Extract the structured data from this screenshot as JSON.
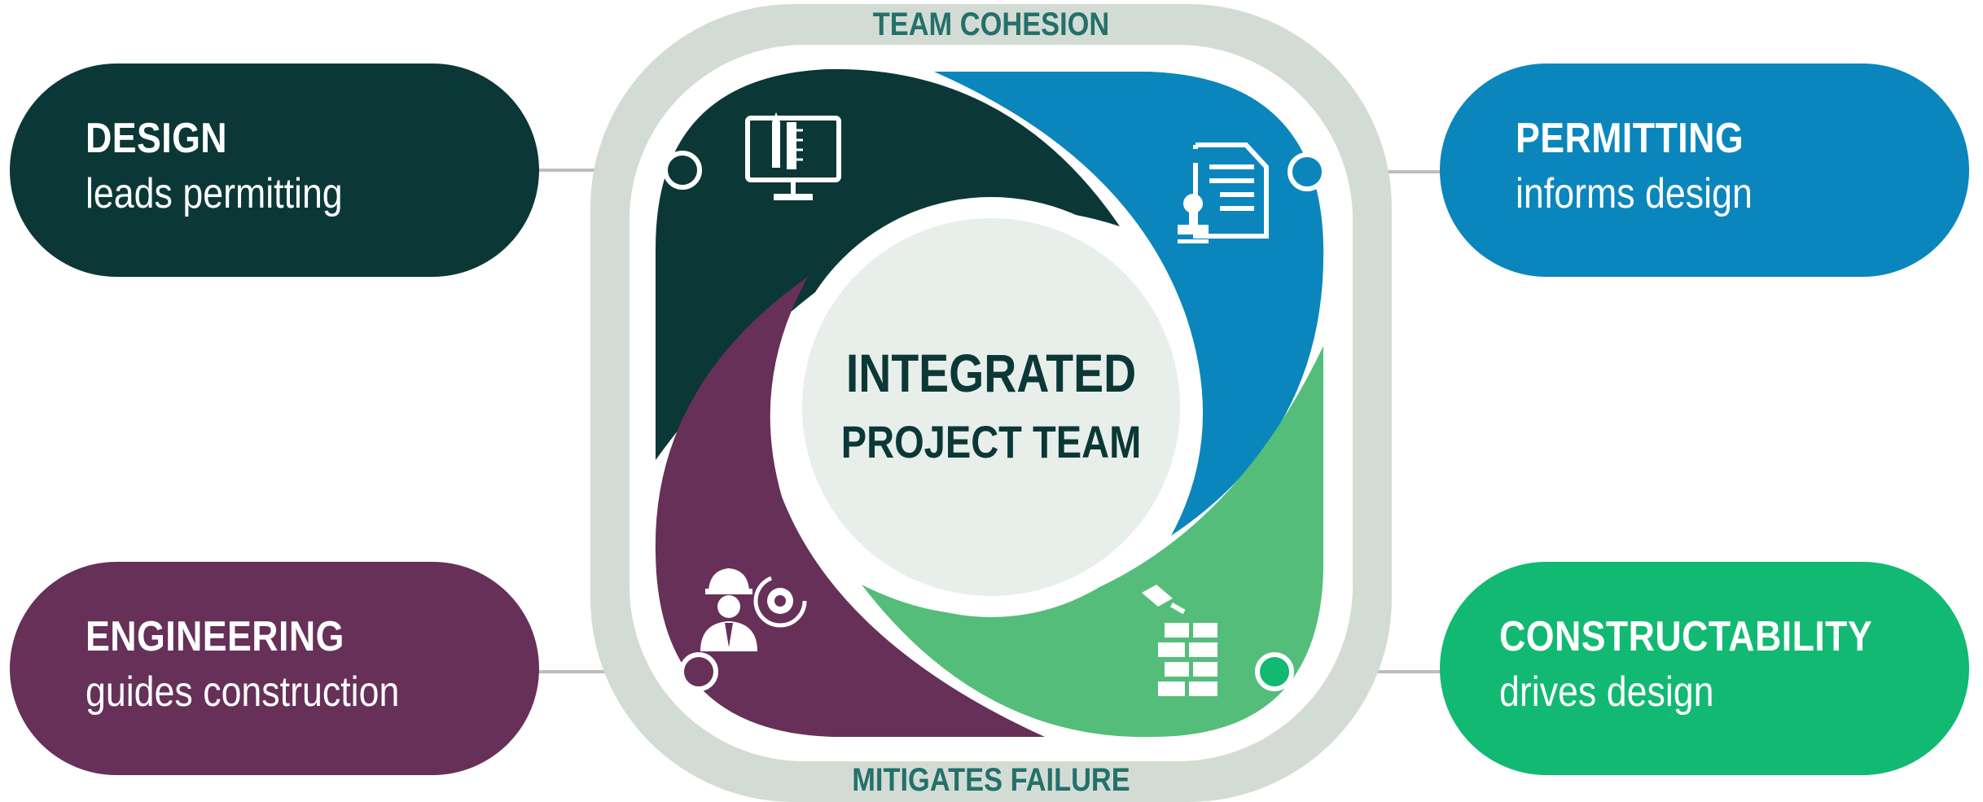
{
  "ring": {
    "top_label": "TEAM COHESION",
    "bottom_label": "MITIGATES FAILURE"
  },
  "center": {
    "line1": "INTEGRATED",
    "line2": "PROJECT TEAM"
  },
  "nodes": [
    {
      "title": "DESIGN",
      "subtitle": "leads permitting",
      "color": "#0b3836",
      "icon": "monitor-design-icon"
    },
    {
      "title": "PERMITTING",
      "subtitle": "informs design",
      "color": "#0a86bd",
      "icon": "permit-document-stamp-icon"
    },
    {
      "title": "ENGINEERING",
      "subtitle": "guides construction",
      "color": "#663059",
      "icon": "engineer-gear-icon"
    },
    {
      "title": "CONSTRUCTABILITY",
      "subtitle": "drives design",
      "color": "#11b973",
      "icon": "bricks-trowel-icon"
    }
  ],
  "colors": {
    "ring": "#d3dcd4",
    "center_circle": "#e8eeea",
    "ring_text": "#24706b",
    "design": "#0b3836",
    "permitting": "#0a86bd",
    "engineering": "#663059",
    "constructability": "#54bd7a"
  }
}
